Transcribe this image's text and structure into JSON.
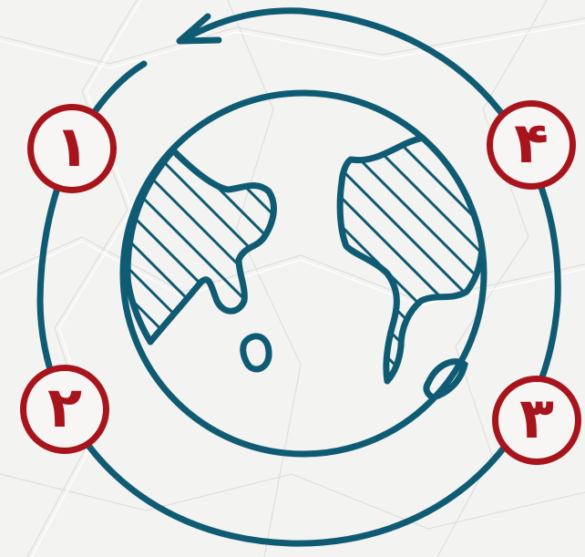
{
  "colors": {
    "line": "#0f5b73",
    "accent": "#a8141c",
    "paper": "#f3f3f1"
  },
  "icons": {
    "center": "globe-icon",
    "cycle": "cycle-arrow-icon"
  },
  "steps": [
    {
      "label": "۱"
    },
    {
      "label": "۲"
    },
    {
      "label": "۳"
    },
    {
      "label": "۴"
    }
  ]
}
